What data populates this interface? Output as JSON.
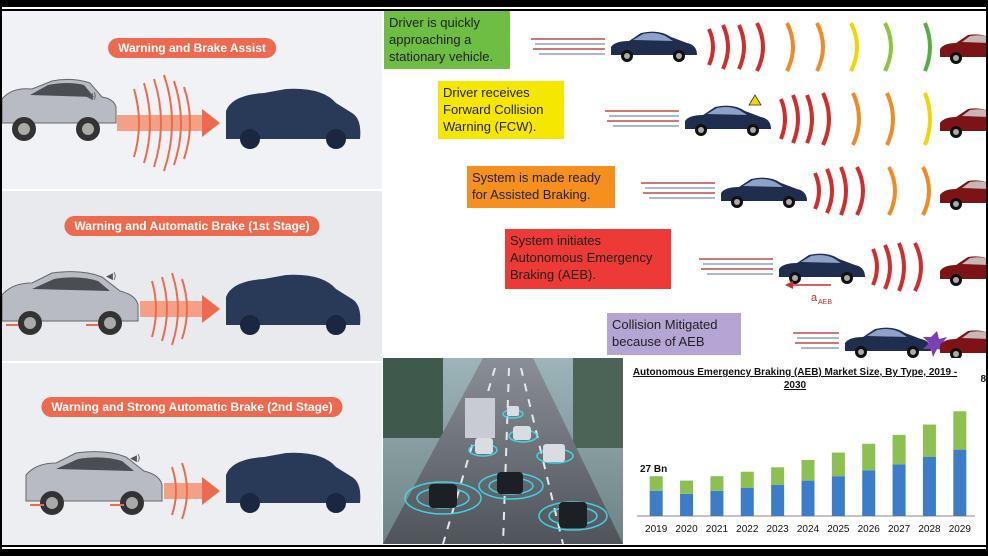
{
  "left_panels": [
    {
      "title": "Warning and Brake Assist"
    },
    {
      "title": "Warning and Automatic Brake (1st Stage)"
    },
    {
      "title": "Warning and Strong Automatic Brake (2nd Stage)"
    }
  ],
  "steps": [
    {
      "text": "Driver is quickly approaching a stationary vehicle.",
      "color": "#6fbe44"
    },
    {
      "text": "Driver receives Forward Collision Warning (FCW).",
      "color": "#f6e700"
    },
    {
      "text": "System is made ready for Assisted Braking.",
      "color": "#f5901e"
    },
    {
      "text": "System initiates Autonomous Emergency Braking (AEB).",
      "color": "#ee3a36"
    },
    {
      "text": "Collision Mitigated because of AEB",
      "color": "#b4a5d4"
    }
  ],
  "aeb_label": "a",
  "aeb_sub": "AEB",
  "chart_data": {
    "type": "bar",
    "title": "Autonomous Emergency Braking (AEB) Market Size, By Type, 2019 - 2030",
    "corner_label": "8",
    "annotation": "27 Bn",
    "categories": [
      "2019",
      "2020",
      "2021",
      "2022",
      "2023",
      "2024",
      "2025",
      "2026",
      "2027",
      "2028",
      "2029"
    ],
    "series": [
      {
        "values": [
          17,
          15,
          17,
          19,
          21,
          24,
          27,
          31,
          35,
          40,
          45
        ],
        "color": "#3d7cc9"
      },
      {
        "values": [
          10,
          9,
          10,
          11,
          12,
          14,
          16,
          18,
          20,
          22,
          26
        ],
        "color": "#8cc050"
      }
    ],
    "ylim": [
      0,
      80
    ]
  }
}
